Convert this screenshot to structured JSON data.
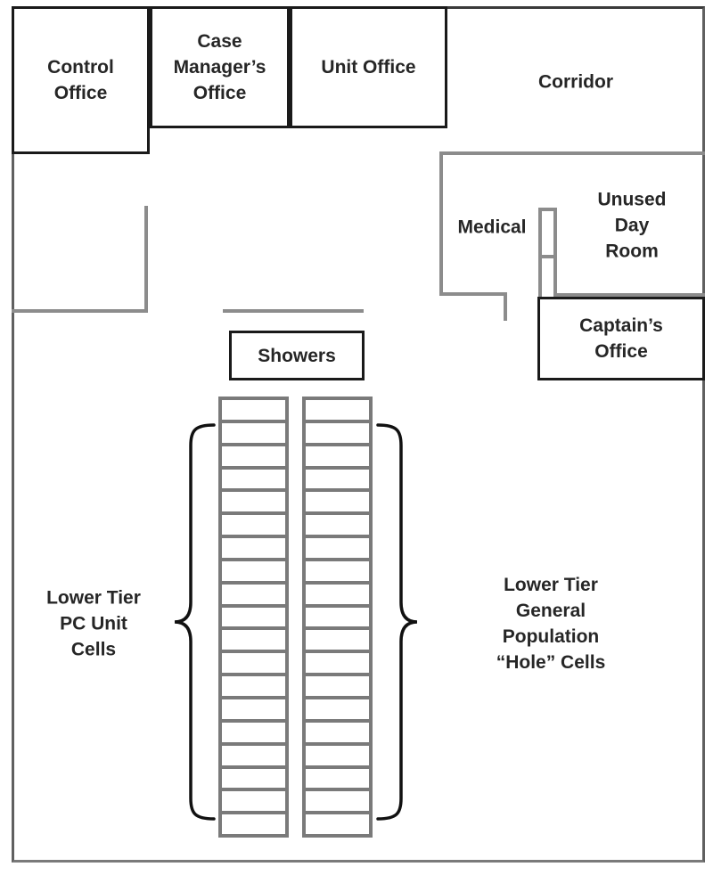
{
  "diagram": {
    "type": "prison-unit-floor-plan",
    "rooms": {
      "control_office": "Control\nOffice",
      "case_managers_office": "Case\nManager’s\nOffice",
      "unit_office": "Unit Office",
      "corridor": "Corridor",
      "medical": "Medical",
      "unused_day_room": "Unused\nDay Room",
      "captains_office": "Captain’s\nOffice",
      "showers": "Showers"
    },
    "cell_blocks": {
      "left": {
        "label": "Lower Tier\nPC Unit\nCells",
        "cell_count": 19
      },
      "right": {
        "label": "Lower Tier\nGeneral Population\n“Hole” Cells",
        "cell_count": 19
      }
    },
    "colors": {
      "wall": "#8c8c8c",
      "cell_border": "#7a7a7a",
      "room_border": "#1a1a1a",
      "brace": "#111111",
      "text": "#262626"
    }
  }
}
